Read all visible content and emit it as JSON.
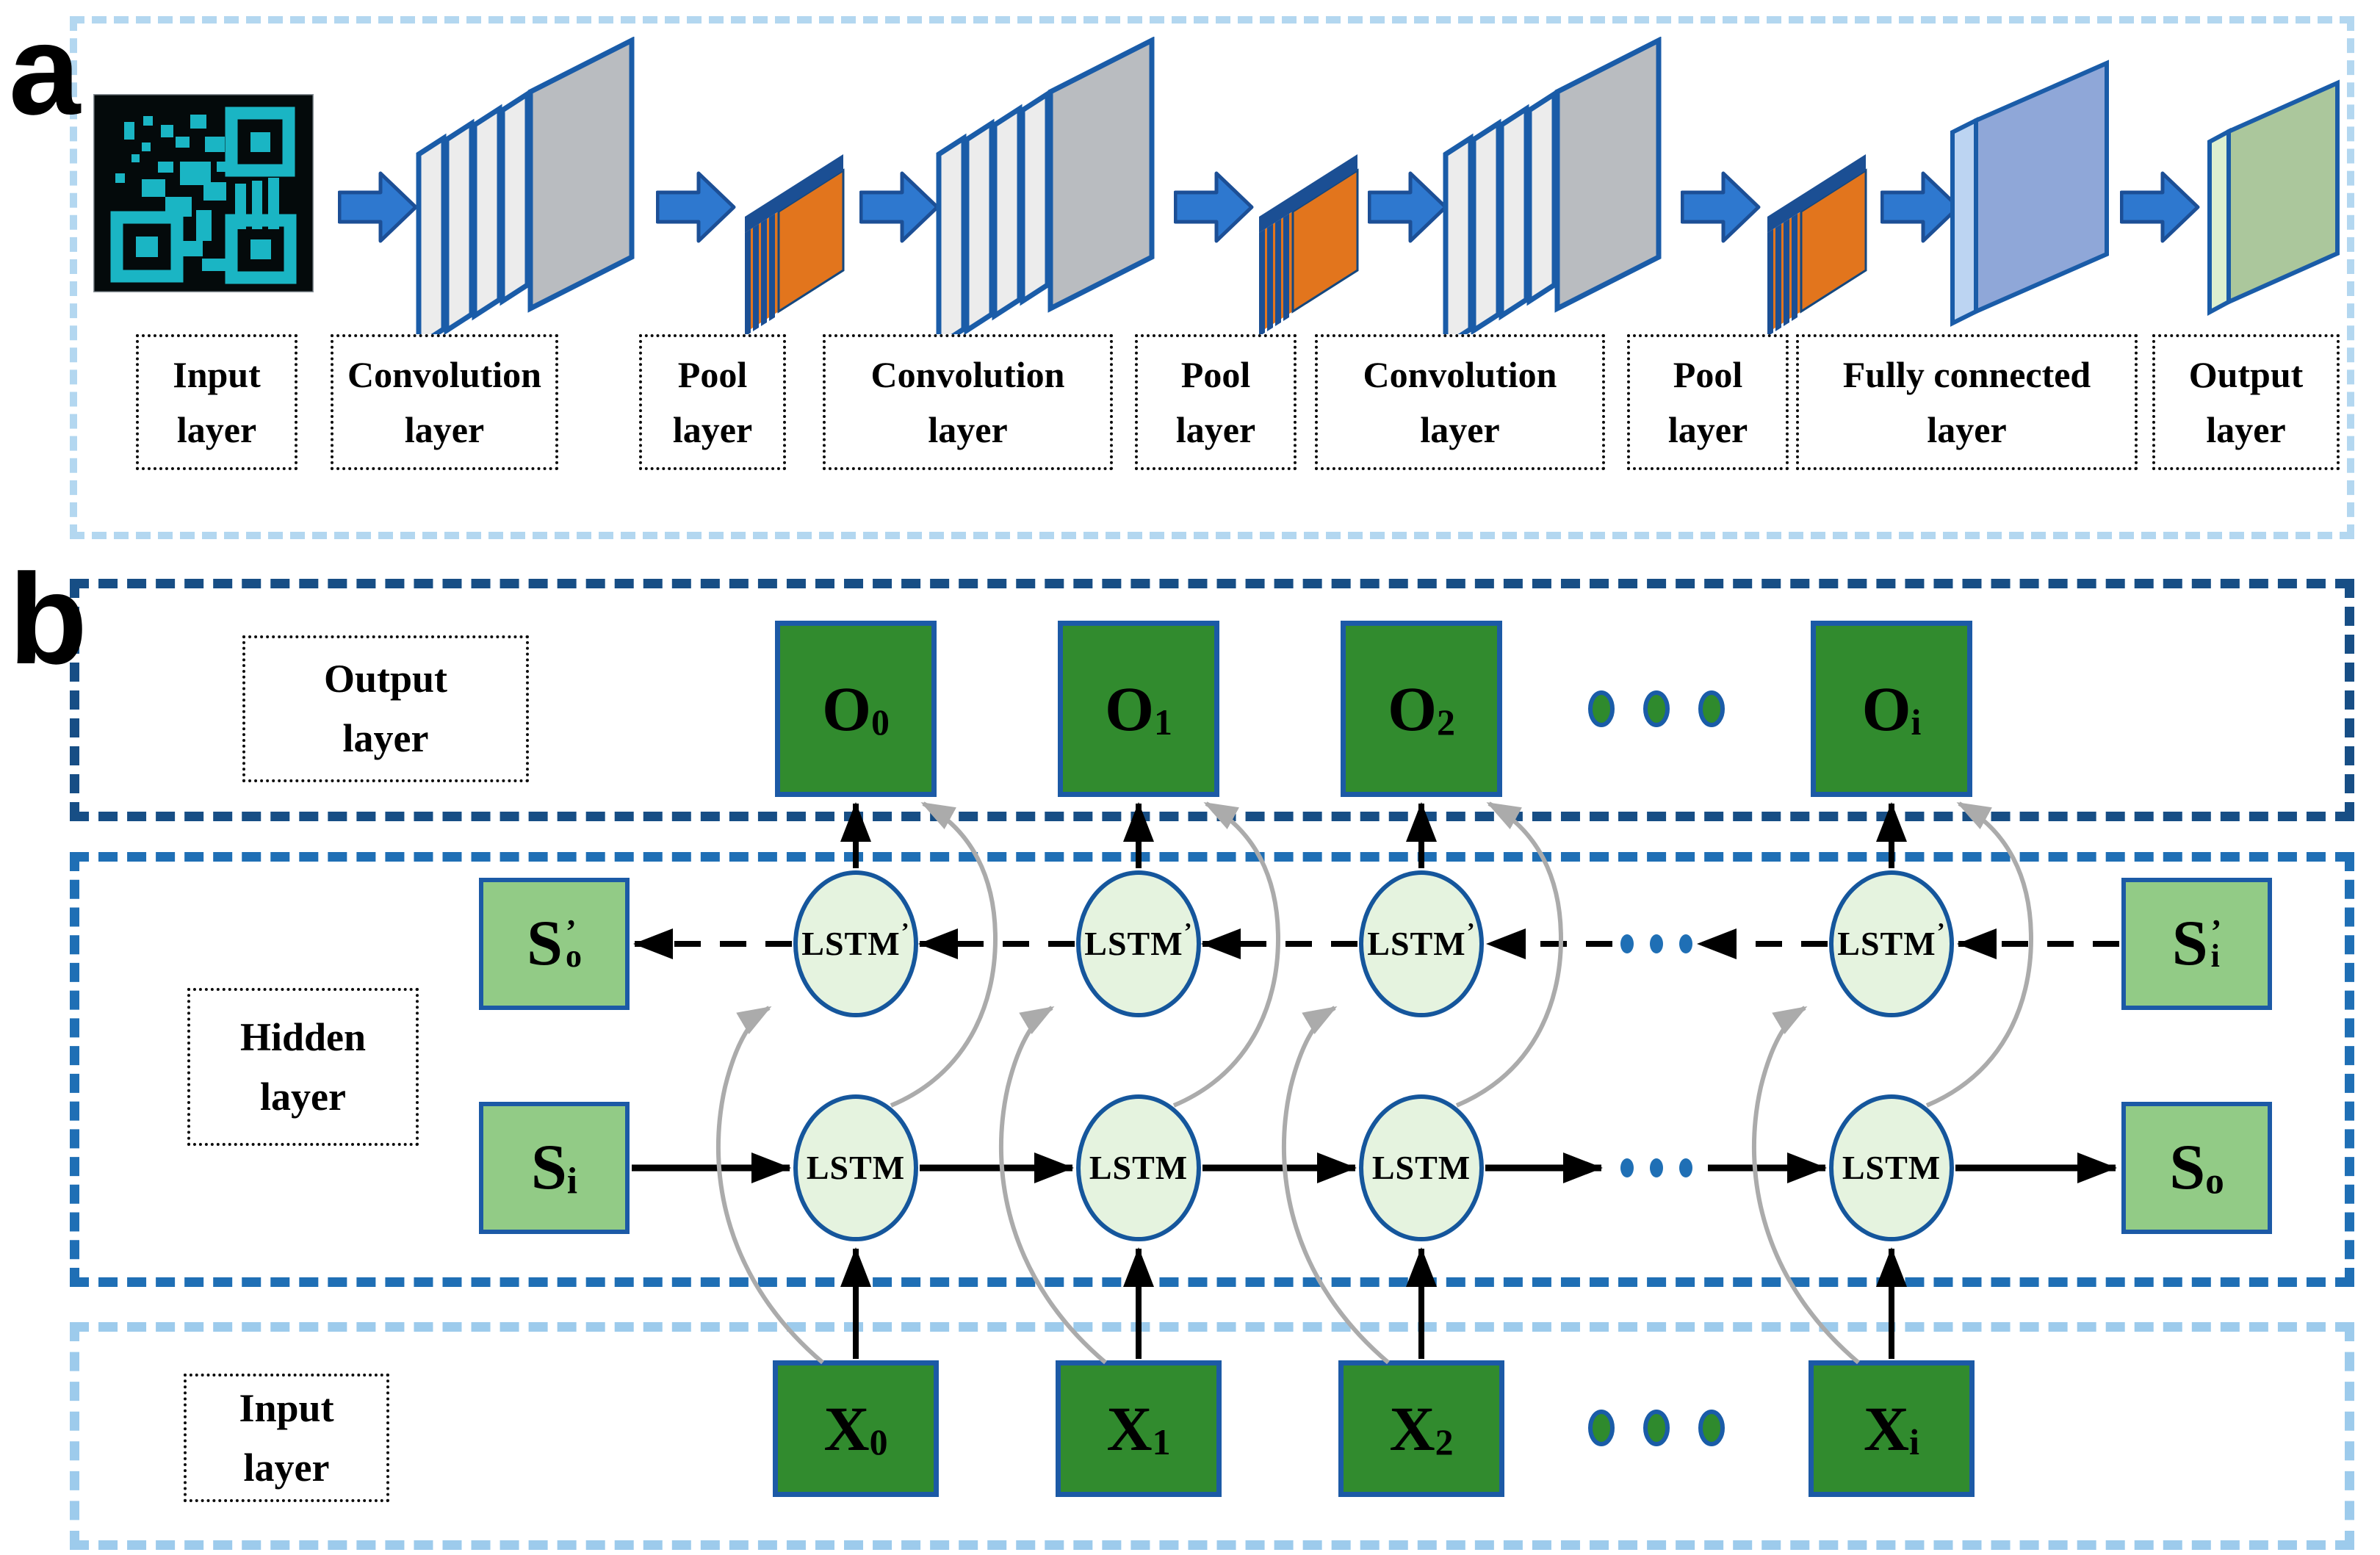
{
  "figure": {
    "panel_a_label": "a",
    "panel_b_label": "b"
  },
  "colors": {
    "panel_a_border": "#b3d7f0",
    "output_row_border": "#174e85",
    "hidden_row_border": "#1f6fb5",
    "input_row_border": "#9dcbec",
    "flow_arrow_blue": "#2e78cf",
    "conv_plate_gray": "#b9bcc0",
    "pool_orange": "#e2751d",
    "fc_plate_blue": "#8fa7d8",
    "output_plate_green": "#abc79c",
    "node_green_dark": "#318b2e",
    "node_green_light": "#92cb86",
    "lstm_fill": "#e5f3df",
    "node_border_blue": "#1c5aa6",
    "skip_arrow_gray": "#ababab",
    "qr_cyan": "#1cc4d4"
  },
  "panel_a": {
    "icons": [
      "qr-code-input",
      "convolution-stack",
      "pool-stack",
      "convolution-stack",
      "pool-stack",
      "convolution-stack",
      "pool-stack",
      "fully-connected-plate",
      "output-plate"
    ],
    "stage_labels": [
      {
        "line1": "Input",
        "line2": "layer"
      },
      {
        "line1": "Convolution",
        "line2": "layer"
      },
      {
        "line1": "Pool",
        "line2": "layer"
      },
      {
        "line1": "Convolution",
        "line2": "layer"
      },
      {
        "line1": "Pool",
        "line2": "layer"
      },
      {
        "line1": "Convolution",
        "line2": "layer"
      },
      {
        "line1": "Pool",
        "line2": "layer"
      },
      {
        "line1": "Fully connected",
        "line2": "layer"
      },
      {
        "line1": "Output",
        "line2": "layer"
      }
    ]
  },
  "panel_b": {
    "output_layer": {
      "label": {
        "line1": "Output",
        "line2": "layer"
      },
      "nodes": [
        {
          "base": "O",
          "sub": "0"
        },
        {
          "base": "O",
          "sub": "1"
        },
        {
          "base": "O",
          "sub": "2"
        },
        {
          "base": "O",
          "sub": "i"
        }
      ]
    },
    "hidden_layer": {
      "label": {
        "line1": "Hidden",
        "line2": "layer"
      },
      "backward_cell": {
        "base": "LSTM",
        "prime": "’"
      },
      "forward_cell": {
        "base": "LSTM"
      },
      "states": {
        "s_prime_o": {
          "base": "S",
          "prime": "’",
          "sub": "o"
        },
        "s_i": {
          "base": "S",
          "sub": "i"
        },
        "s_prime_i": {
          "base": "S",
          "prime": "’",
          "sub": "i"
        },
        "s_o": {
          "base": "S",
          "sub": "o"
        }
      }
    },
    "input_layer": {
      "label": {
        "line1": "Input",
        "line2": "layer"
      },
      "nodes": [
        {
          "base": "X",
          "sub": "0"
        },
        {
          "base": "X",
          "sub": "1"
        },
        {
          "base": "X",
          "sub": "2"
        },
        {
          "base": "X",
          "sub": "i"
        }
      ]
    }
  }
}
